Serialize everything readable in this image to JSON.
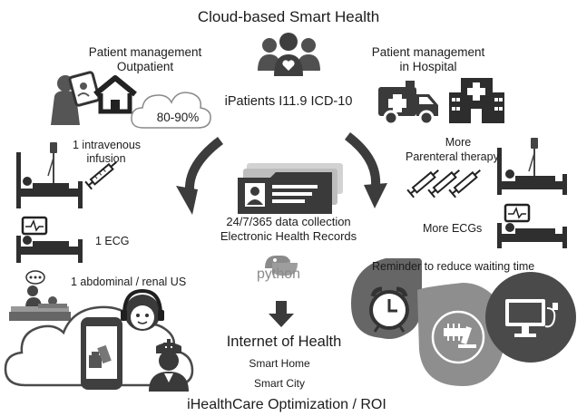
{
  "title": "Cloud-based Smart Health",
  "outpatient": {
    "line1": "Patient management",
    "line2": "Outpatient",
    "cloud_value": "80-90%"
  },
  "hospital": {
    "line1": "Patient management",
    "line2": "in Hospital"
  },
  "center": {
    "patients_label": "iPatients I11.9 ICD-10",
    "collection_line1": "24/7/365 data collection",
    "collection_line2": "Electronic Health Records",
    "python_label": "python"
  },
  "left_items": {
    "infusion_line1": "1 intravenous",
    "infusion_line2": "infusion",
    "ecg": "1 ECG",
    "ultrasound": "1 abdominal / renal US"
  },
  "right_items": {
    "parenteral_line1": "More",
    "parenteral_line2": "Parenteral therapy",
    "ecgs": "More ECGs",
    "reminder": "Reminder to reduce waiting time"
  },
  "internet": {
    "title": "Internet of Health",
    "line1": "Smart Home",
    "line2": "Smart City"
  },
  "footer": "iHealthCare Optimization / ROI",
  "colors": {
    "dark": "#3a3a3a",
    "mid": "#6e6e6e",
    "light": "#b5b5b5",
    "lighter": "#d0d0d0"
  },
  "icons": [
    "doctor-tablet-icon",
    "house-icon",
    "patients-group-icon",
    "ambulance-icon",
    "hospital-icon",
    "hospital-bed-icon",
    "syringe-icon",
    "ecg-monitor-icon",
    "ultrasound-icon",
    "ehr-folder-icon",
    "python-logo-icon",
    "down-arrow-icon",
    "smartphone-icon",
    "call-center-agent-icon",
    "nurse-icon",
    "alarm-clock-icon",
    "lab-equipment-icon",
    "computer-monitor-icon"
  ]
}
